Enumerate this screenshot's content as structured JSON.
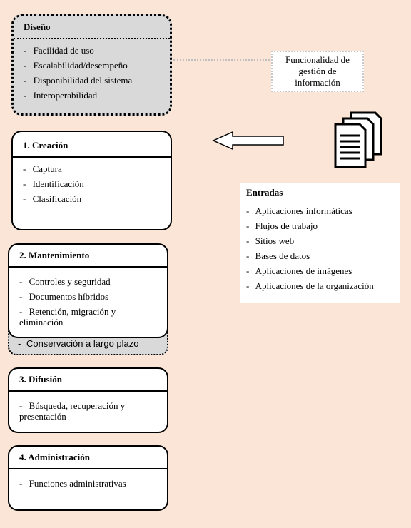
{
  "diseno": {
    "title": "Diseño",
    "items": [
      "Facilidad de uso",
      "Escalabilidad/desempeño",
      "Disponibilidad del sistema",
      "Interoperabilidad"
    ]
  },
  "funcionalidad": {
    "label": "Funcionalidad de gestión de información"
  },
  "creacion": {
    "title": "1. Creación",
    "items": [
      "Captura",
      "Identificación",
      "Clasificación"
    ]
  },
  "entradas": {
    "title": "Entradas",
    "items": [
      "Aplicaciones informáticas",
      "Flujos de trabajo",
      "Sitios web",
      "Bases de datos",
      "Aplicaciones de imágenes",
      "Aplicaciones de la organización"
    ]
  },
  "mantenimiento": {
    "title": "2. Mantenimiento",
    "items": [
      "Controles y seguridad",
      "Documentos híbridos",
      "Retención, migración y eliminación"
    ],
    "conservacion": "Conservación a largo plazo"
  },
  "difusion": {
    "title": "3. Difusión",
    "items": [
      "Búsqueda, recuperación y presentación"
    ]
  },
  "administracion": {
    "title": "4. Administración",
    "items": [
      "Funciones administrativas"
    ]
  },
  "icons": {
    "documents": "documents-icon",
    "arrow": "left-arrow-icon"
  },
  "colors": {
    "background": "#fbe5d6",
    "design_fill": "#d9d9d9",
    "box_fill": "#ffffff"
  }
}
